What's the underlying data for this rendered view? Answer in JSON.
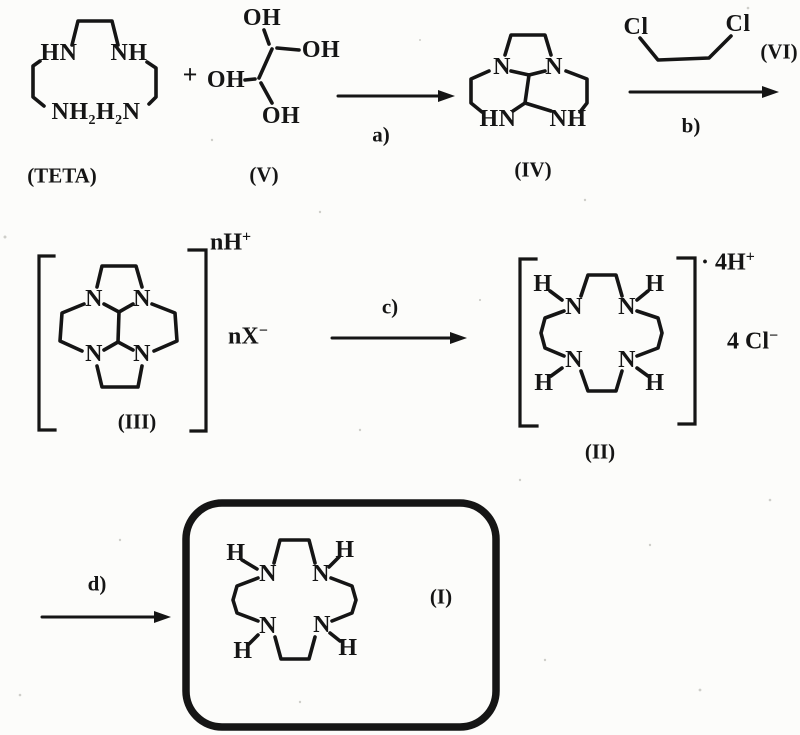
{
  "colors": {
    "ink": "#151515",
    "paper": "#fcfcfa"
  },
  "operators": {
    "plus": "+"
  },
  "steps": {
    "a": "a)",
    "b": "b)",
    "c": "c)",
    "d": "d)"
  },
  "compounds": {
    "teta": {
      "label": "(TETA)",
      "atom_hn": "HN",
      "atom_nh": "NH",
      "bottom_nh": "NH",
      "bottom_sub": "2",
      "bottom_h": "H",
      "bottom_n": "N"
    },
    "glyoxal": {
      "label": "(V)",
      "atom_oh": "OH"
    },
    "bisaminal": {
      "label": "(IV)",
      "atom_n": "N",
      "atom_hn": "HN",
      "atom_nh": "NH"
    },
    "dichloroethane": {
      "label": "(VI)",
      "atom_cl": "Cl"
    },
    "aminal_salt": {
      "label": "(III)",
      "atom_n": "N",
      "cation": "nH",
      "cation_sign": "+",
      "anion": "nX",
      "anion_sign": "−"
    },
    "cyclam_salt": {
      "label": "(II)",
      "atom_n": "N",
      "atom_h": "H",
      "dot": "·",
      "cation": "4H",
      "cation_sign": "+",
      "anion": "4 Cl",
      "anion_sign": "−"
    },
    "cyclam": {
      "label": "(I)",
      "atom_n": "N",
      "atom_h": "H"
    }
  }
}
